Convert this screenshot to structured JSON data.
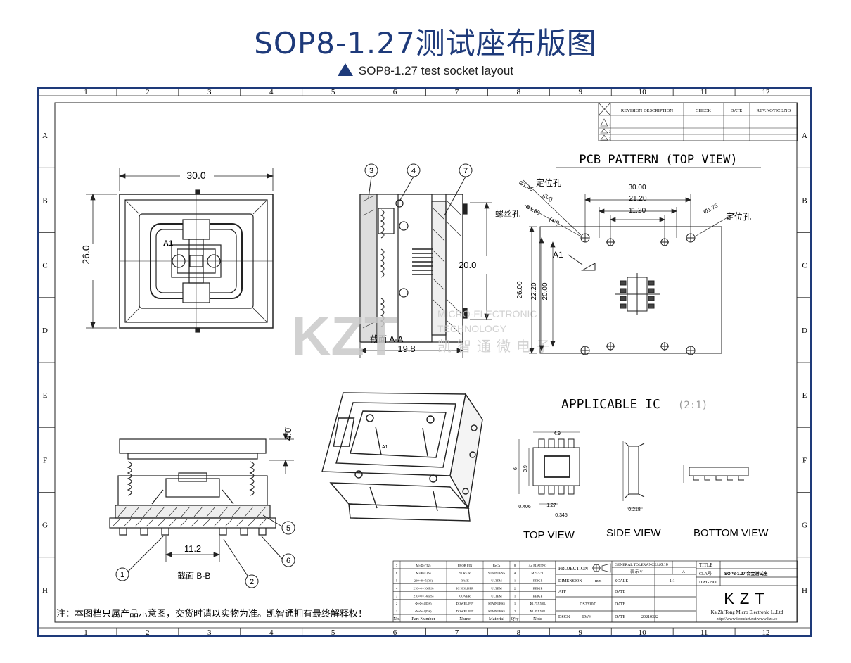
{
  "header": {
    "title": "SOP8-1.27测试座布版图",
    "subtitle": "SOP8-1.27 test socket layout"
  },
  "grid": {
    "columns": [
      "1",
      "2",
      "3",
      "4",
      "5",
      "6",
      "7",
      "8",
      "9",
      "10",
      "11",
      "12"
    ],
    "rows": [
      "A",
      "B",
      "C",
      "D",
      "E",
      "F",
      "G",
      "H"
    ]
  },
  "revision_table": {
    "headers": [
      "REVISION DESCRIPTION",
      "CHECK",
      "DATE",
      "REV.NOTICE.NO"
    ],
    "rows": [
      "1",
      "2",
      "3"
    ]
  },
  "top_view": {
    "width_dim": "30.0",
    "height_dim": "26.0",
    "pin_label": "A1"
  },
  "section_a": {
    "callouts": [
      "3",
      "4",
      "7"
    ],
    "height_dim": "20.0",
    "width_dim": "19.8",
    "caption": "截面 A-A"
  },
  "pcb_pattern": {
    "title": "PCB PATTERN (TOP VIEW)",
    "dims": [
      "30.00",
      "21.20",
      "11.20",
      "26.00",
      "22.20",
      "20.00"
    ],
    "hole1": "Ø1.45",
    "hole1_qty": "(3X)",
    "hole2": "Ø1.80",
    "hole2_qty": "(4X)",
    "hole3": "Ø1.75",
    "label_locate_1": "定位孔",
    "label_screw": "螺丝孔",
    "label_locate_2": "定位孔",
    "pin_label": "A1"
  },
  "watermark": {
    "logo": "KZT",
    "line1": "MICRO-ELECTRONIC",
    "line2": "TECHNOLOGY",
    "line3": "凯智通微电子"
  },
  "applicable_ic": {
    "title": "APPLICABLE IC",
    "scale": "(2:1)",
    "views": [
      "TOP VIEW",
      "SIDE VIEW",
      "BOTTOM VIEW"
    ],
    "dims": [
      "4.9",
      "3.9",
      "6",
      "1.27",
      "0.345",
      "0.406",
      "0.218"
    ]
  },
  "section_b": {
    "callouts": [
      "1",
      "2",
      "5",
      "6"
    ],
    "height_dim": "4.0",
    "width_dim": "11.2",
    "caption": "截面 B-B"
  },
  "note": "注：本图档只属产品示意图，交货时请以实物为准。凯智通拥有最终解释权！",
  "bom": {
    "headers": [
      "No.",
      "Part Number",
      "Name",
      "Material",
      "Q'ty",
      "Note"
    ],
    "rows": [
      [
        "7",
        "M×Φ×(T2)",
        "PROB PIN",
        "BeCu",
        "8",
        "Au PLATING"
      ],
      [
        "6",
        "M×Φ×L(S)",
        "SCREW",
        "STAINLESS",
        "4",
        "M2X5.5L"
      ],
      [
        "5",
        "210×Φ×5(BS)",
        "BASE",
        "ULTEM",
        "1",
        "BEIGE"
      ],
      [
        "4",
        "210×Φ×10(BS)",
        "IC HOLDER",
        "ULTEM",
        "2",
        "BEIGE"
      ],
      [
        "3",
        "210×Φ×14(BS)",
        "COVER",
        "ULTEM",
        "1",
        "BEIGE"
      ],
      [
        "2",
        "Φ×Φ×4(DS)",
        "DOWEL PIN",
        "STAINLESS",
        "1",
        "Φ1.75X5.0L"
      ],
      [
        "1",
        "Φ×Φ×4(DS)",
        "DOWEL PIN",
        "STAINLESS",
        "2",
        "Φ1.45X5.0L"
      ]
    ]
  },
  "title_block": {
    "projection": "PROJECTION",
    "tolerance_label": "GENERAL TOLERANCES",
    "tolerance_value": "±0.10",
    "tol_sub": "表 示 V",
    "tol_sub2": "A",
    "dimension_label": "DIMENSION",
    "dimension_unit": "mm",
    "scale_label": "SCALE",
    "scale_value": "1:1",
    "app_label": "APP",
    "app_value": "DS23107",
    "date_label": "DATE",
    "dsgn_label": "DSGN",
    "dsgn_value": "LWH",
    "date_value": "20210322",
    "title_label": "TITLE",
    "cla_label": "CLA号",
    "part_title": "SOP8-1.27 合金测试座",
    "dwg_label": "DWG.NO",
    "logo": "KZT",
    "company": "KaiZhiTong Micro Electronic L.,Ltd",
    "website": "http://www.icsocket.net www.kzt.cc"
  },
  "colors": {
    "accent": "#1e3a7a",
    "line": "#222222",
    "watermark": "#c9c9c9"
  }
}
